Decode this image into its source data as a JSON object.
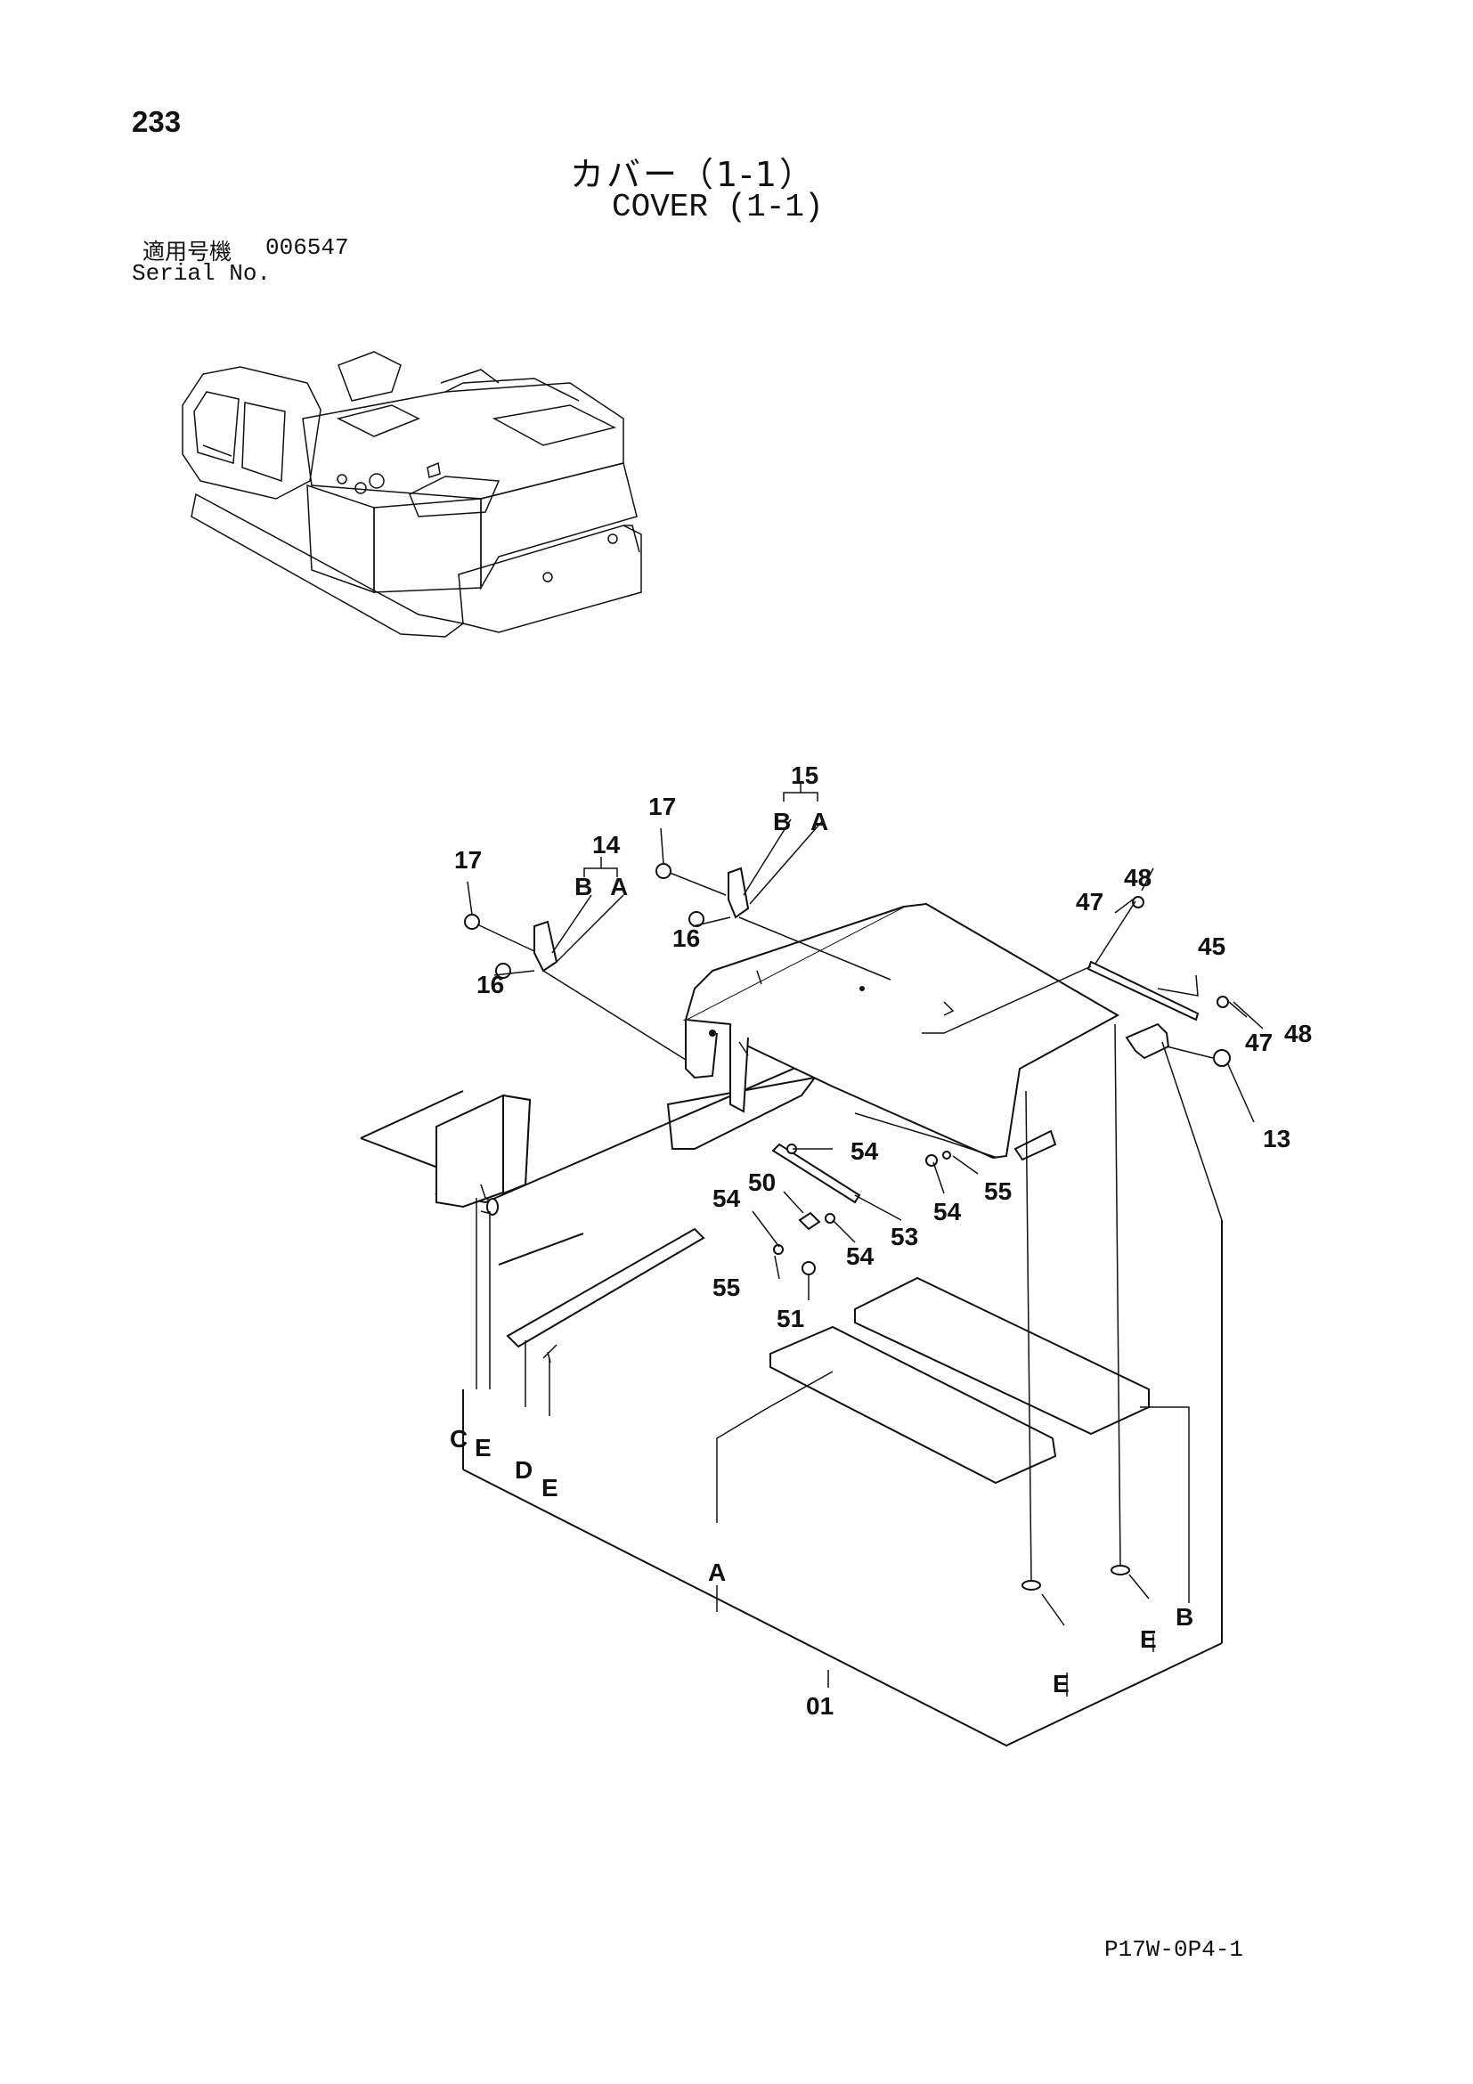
{
  "header": {
    "page_number": "233",
    "title_jp": "カバー（1-1）",
    "title_en": "COVER (1-1)",
    "serial_label_jp": "適用号機",
    "serial_value": "006547",
    "serial_label_en": "Serial No."
  },
  "footer": {
    "page_ref": "P17W-0P4-1"
  },
  "callouts": {
    "p01": "01",
    "p13": "13",
    "p14": "14",
    "p14b": "B",
    "p14a": "A",
    "p15": "15",
    "p15b": "B",
    "p15a": "A",
    "p16_left": "16",
    "p16_right": "16",
    "p17_left": "17",
    "p17_right": "17",
    "p45": "45",
    "p47_top": "47",
    "p47_bottom": "47",
    "p48_top": "48",
    "p48_right": "48",
    "p50": "50",
    "p51": "51",
    "p53": "53",
    "p54_a": "54",
    "p54_b": "54",
    "p54_c": "54",
    "p54_d": "54",
    "p55_a": "55",
    "p55_b": "55",
    "ref_c": "C",
    "ref_e1": "E",
    "ref_d": "D",
    "ref_e2": "E",
    "ref_a": "A",
    "ref_e3": "E",
    "ref_e4": "E",
    "ref_b": "B"
  }
}
